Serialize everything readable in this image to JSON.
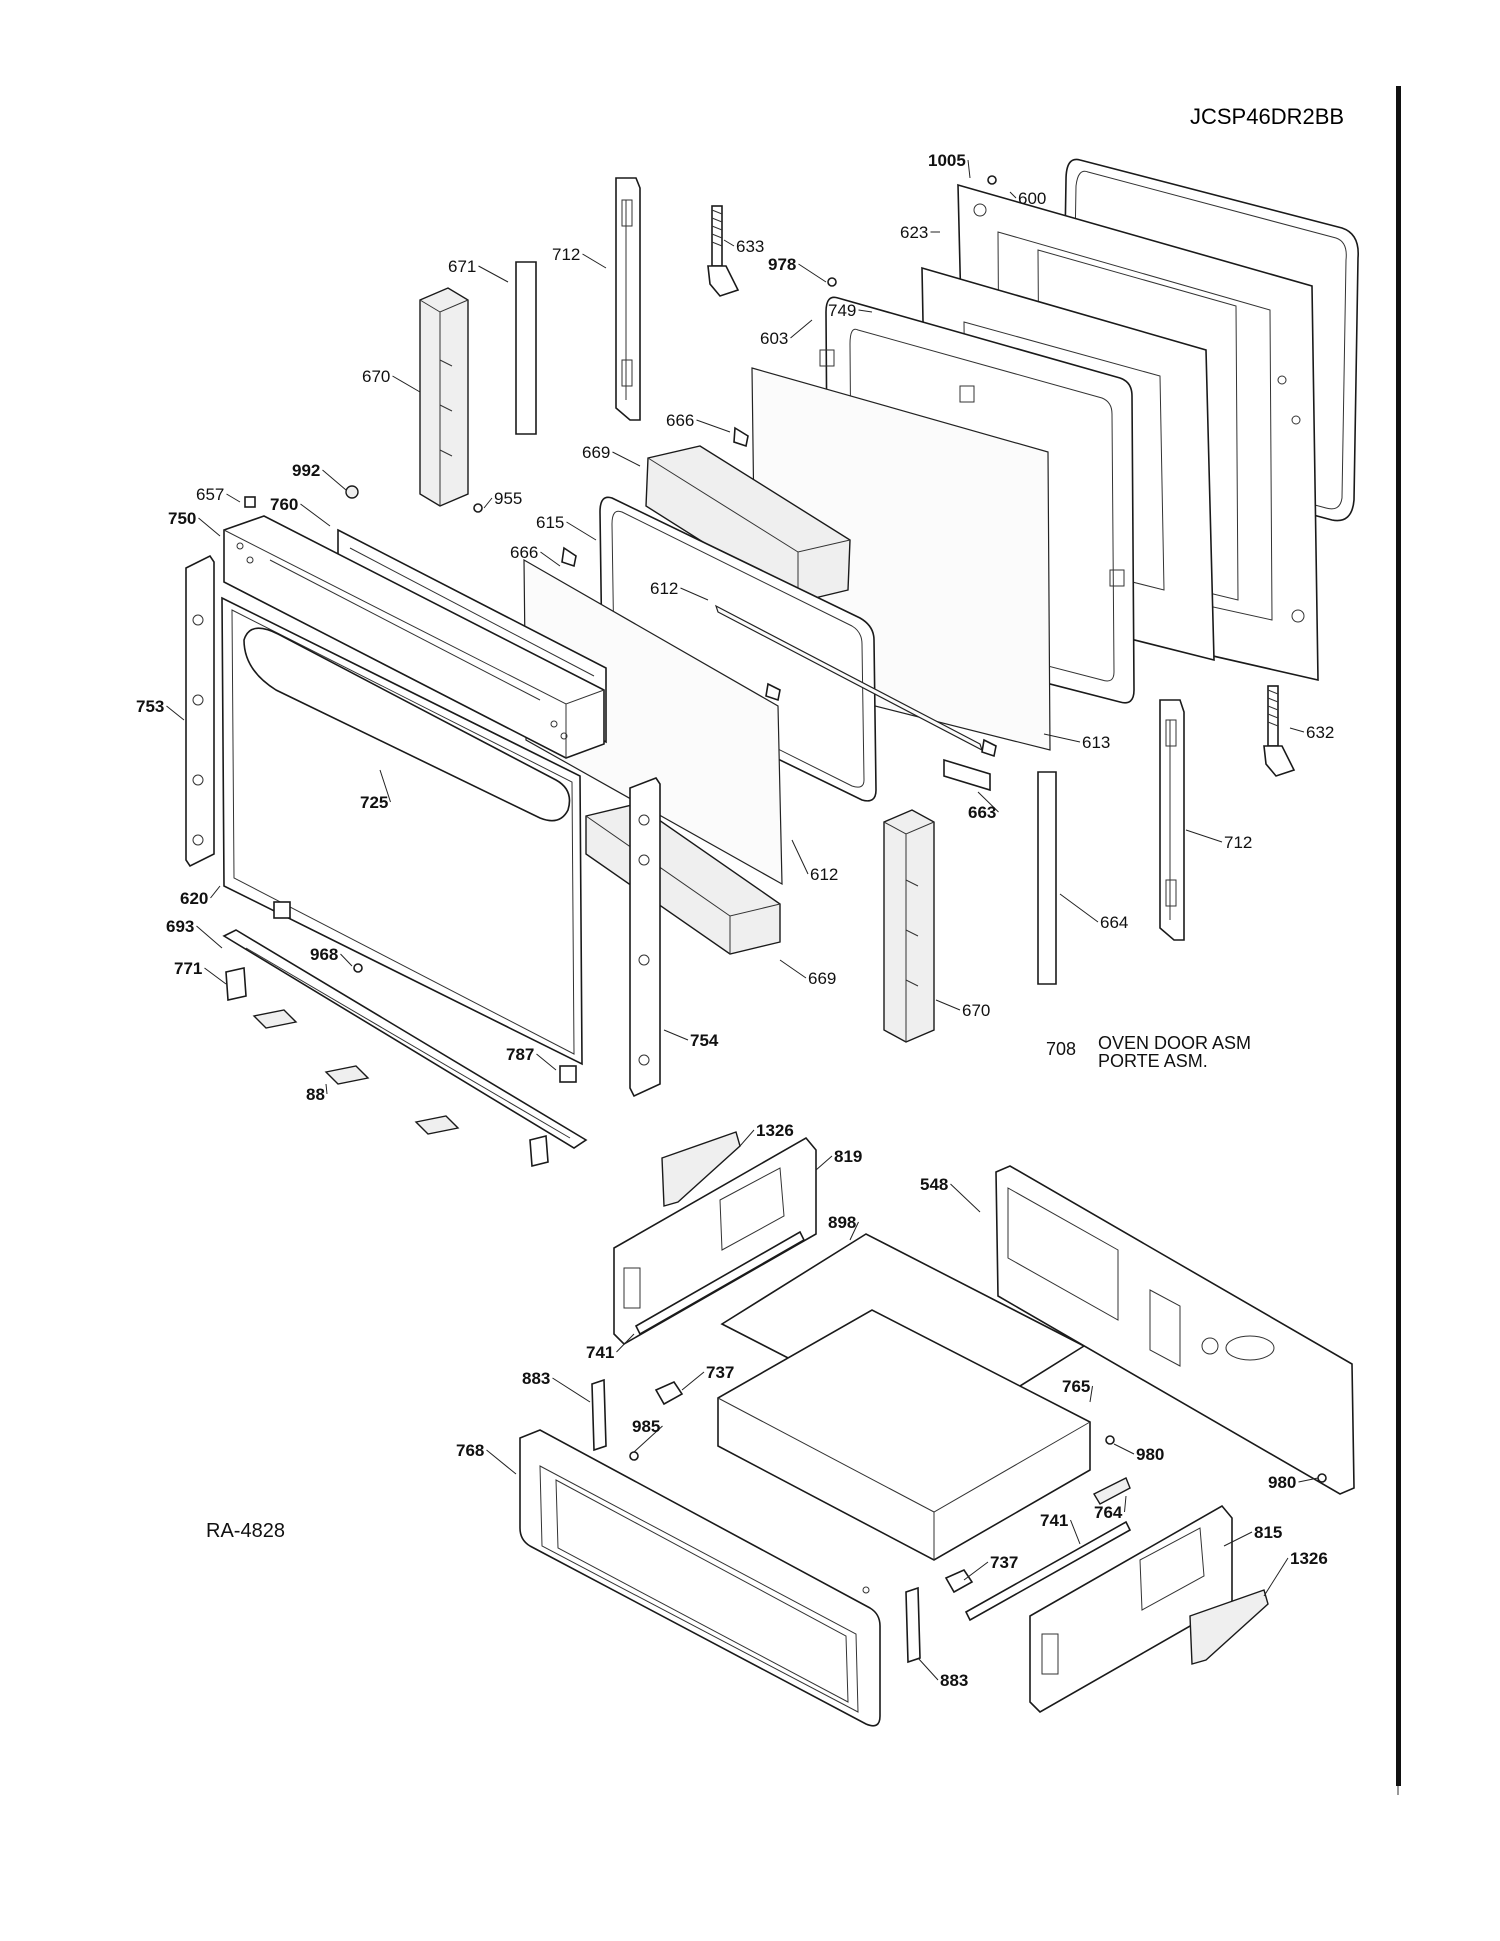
{
  "model": "JCSP46DR2BB",
  "drawing_code": "RA-4828",
  "assembly_note": {
    "number": "708",
    "line1": "OVEN DOOR ASM",
    "line2": "PORTE ASM."
  },
  "parts": [
    {
      "id": "1005",
      "bold": true
    },
    {
      "id": "600",
      "bold": false
    },
    {
      "id": "623",
      "bold": false
    },
    {
      "id": "633",
      "bold": false
    },
    {
      "id": "978",
      "bold": true
    },
    {
      "id": "712",
      "bold": false
    },
    {
      "id": "671",
      "bold": false
    },
    {
      "id": "749",
      "bold": false
    },
    {
      "id": "603",
      "bold": false
    },
    {
      "id": "670",
      "bold": false
    },
    {
      "id": "666",
      "bold": false
    },
    {
      "id": "669",
      "bold": false
    },
    {
      "id": "992",
      "bold": true
    },
    {
      "id": "657",
      "bold": false
    },
    {
      "id": "955",
      "bold": false
    },
    {
      "id": "760",
      "bold": true
    },
    {
      "id": "750",
      "bold": true
    },
    {
      "id": "615",
      "bold": false
    },
    {
      "id": "666",
      "bold": false
    },
    {
      "id": "612",
      "bold": false
    },
    {
      "id": "753",
      "bold": true
    },
    {
      "id": "725",
      "bold": true
    },
    {
      "id": "613",
      "bold": false
    },
    {
      "id": "632",
      "bold": false
    },
    {
      "id": "663",
      "bold": true
    },
    {
      "id": "712",
      "bold": false
    },
    {
      "id": "612",
      "bold": false
    },
    {
      "id": "620",
      "bold": true
    },
    {
      "id": "664",
      "bold": false
    },
    {
      "id": "693",
      "bold": true
    },
    {
      "id": "968",
      "bold": true
    },
    {
      "id": "771",
      "bold": true
    },
    {
      "id": "669",
      "bold": false
    },
    {
      "id": "670",
      "bold": false
    },
    {
      "id": "754",
      "bold": true
    },
    {
      "id": "787",
      "bold": true
    },
    {
      "id": "88",
      "bold": true
    },
    {
      "id": "1326",
      "bold": true
    },
    {
      "id": "819",
      "bold": true
    },
    {
      "id": "548",
      "bold": true
    },
    {
      "id": "898",
      "bold": true
    },
    {
      "id": "741",
      "bold": true
    },
    {
      "id": "737",
      "bold": true
    },
    {
      "id": "883",
      "bold": true
    },
    {
      "id": "765",
      "bold": true
    },
    {
      "id": "985",
      "bold": true
    },
    {
      "id": "980",
      "bold": true
    },
    {
      "id": "768",
      "bold": true
    },
    {
      "id": "980",
      "bold": true
    },
    {
      "id": "764",
      "bold": true
    },
    {
      "id": "741",
      "bold": true
    },
    {
      "id": "815",
      "bold": true
    },
    {
      "id": "737",
      "bold": true
    },
    {
      "id": "1326",
      "bold": true
    },
    {
      "id": "883",
      "bold": true
    }
  ]
}
